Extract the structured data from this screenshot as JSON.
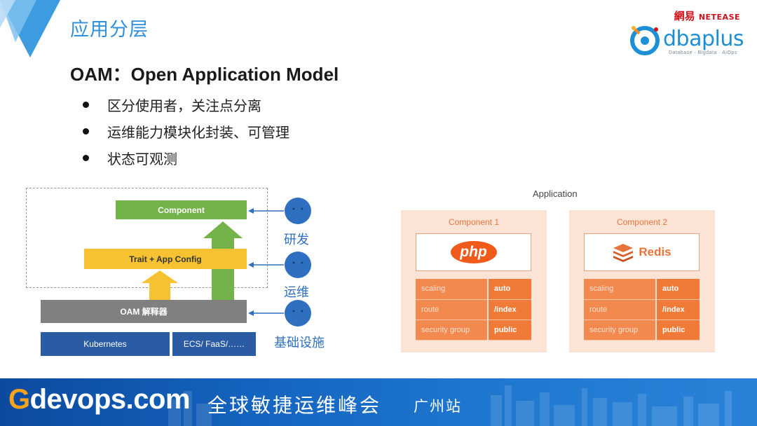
{
  "header": {
    "section_title": "应用分层",
    "brand": {
      "netease_cn": "網易",
      "netease_en": "NETEASE",
      "dbaplus": "dbaplus",
      "tagline": "Database · Bigdata · AiOps"
    }
  },
  "content": {
    "heading": "OAM：Open Application Model",
    "bullets": [
      "区分使用者，关注点分离",
      "运维能力模块化封装、可管理",
      "状态可观测"
    ]
  },
  "left_diagram": {
    "bars": {
      "component": "Component",
      "trait": "Trait + App Config",
      "oam": "OAM 解释器",
      "kubernetes": "Kubernetes",
      "ecs": "ECS/ FaaS/……"
    },
    "roles": [
      "研发",
      "运维",
      "基础设施"
    ]
  },
  "right_diagram": {
    "title": "Application",
    "components": [
      {
        "title": "Component 1",
        "logo_text": "php",
        "rows": [
          {
            "key": "scaling",
            "value": "auto"
          },
          {
            "key": "route",
            "value": "/index"
          },
          {
            "key": "security group",
            "value": "public"
          }
        ]
      },
      {
        "title": "Component 2",
        "logo_text": "Redis",
        "rows": [
          {
            "key": "scaling",
            "value": "auto"
          },
          {
            "key": "route",
            "value": "/index"
          },
          {
            "key": "security group",
            "value": "public"
          }
        ]
      }
    ]
  },
  "footer": {
    "brand_g": "G",
    "brand_rest": "devops.com",
    "slogan": "全球敏捷运维峰会",
    "city": "广州站"
  },
  "colors": {
    "title_blue": "#2f8fdc",
    "component_green": "#74b24a",
    "trait_yellow": "#f7c231",
    "oam_gray": "#808080",
    "infra_blue": "#2a5ba3",
    "role_circle": "#2f6fbf",
    "card_orange": "#f07a38",
    "footer_blue": "#1565c0"
  }
}
